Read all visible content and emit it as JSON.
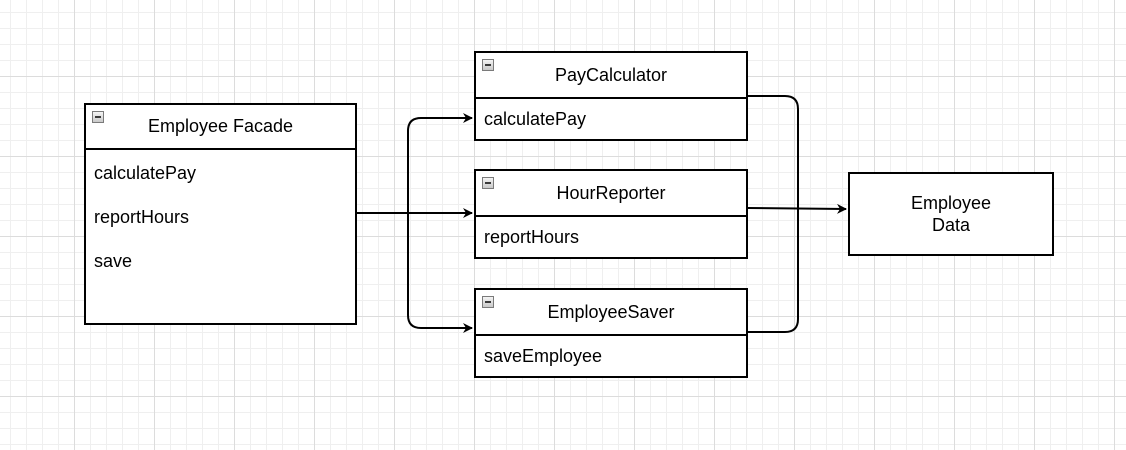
{
  "facade": {
    "title": "Employee Facade",
    "methods": [
      "calculatePay",
      "reportHours",
      "save"
    ]
  },
  "pay_calculator": {
    "title": "PayCalculator",
    "method": "calculatePay"
  },
  "hour_reporter": {
    "title": "HourReporter",
    "method": "reportHours"
  },
  "employee_saver": {
    "title": "EmployeeSaver",
    "method": "saveEmployee"
  },
  "employee_data": {
    "line1": "Employee",
    "line2": "Data"
  },
  "colors": {
    "stroke": "#000000",
    "grid_major": "#dcdcdc",
    "grid_minor": "#efefef"
  },
  "icons": [
    "collapse-icon"
  ]
}
